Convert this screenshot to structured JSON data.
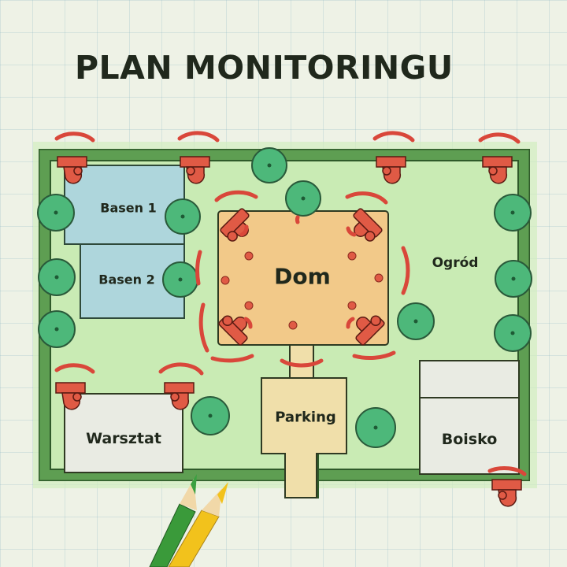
{
  "title": "PLAN MONITORINGU",
  "areas": {
    "pool1": "Basen 1",
    "pool2": "Basen 2",
    "house": "Dom",
    "garden": "Ogród",
    "workshop": "Warsztat",
    "parking": "Parking",
    "field": "Boisko"
  },
  "legend_icons": [
    "camera-icon",
    "tree-icon",
    "fence-wall",
    "pencil-green",
    "pencil-yellow"
  ],
  "colors": {
    "wall": "#5e9e52",
    "lawn": "#c9ebb4",
    "pool": "#aed6dc",
    "house": "#f2c989",
    "parking": "#f0dfaa",
    "building": "#e9ebe3",
    "tree": "#4db87a",
    "camera": "#e05a45"
  }
}
